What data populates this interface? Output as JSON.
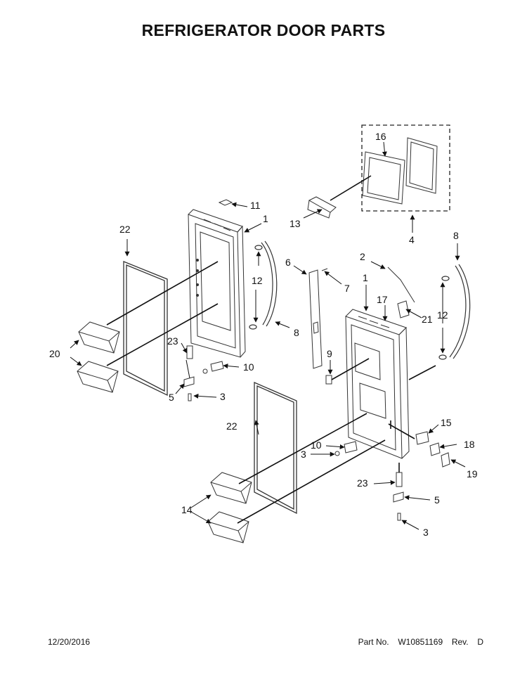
{
  "title": "REFRIGERATOR DOOR PARTS",
  "callouts": [
    "1",
    "1",
    "2",
    "3",
    "3",
    "3",
    "4",
    "5",
    "5",
    "6",
    "7",
    "8",
    "8",
    "9",
    "10",
    "10",
    "11",
    "12",
    "12",
    "13",
    "14",
    "15",
    "16",
    "17",
    "18",
    "19",
    "20",
    "21",
    "22",
    "22",
    "23",
    "23"
  ],
  "footer": {
    "date": "12/20/2016",
    "part_label": "Part No.",
    "part_number": "W10851169",
    "rev_label": "Rev.",
    "rev": "D"
  }
}
